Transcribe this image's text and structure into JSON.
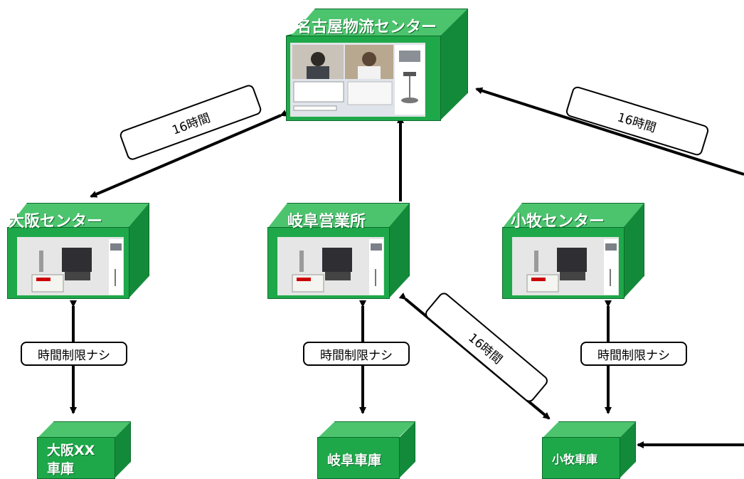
{
  "nodes": {
    "nagoya": "名古屋物流センター",
    "osaka_center": "大阪センター",
    "gifu_office": "岐阜営業所",
    "komaki_center": "小牧センター",
    "osaka_depot": "大阪XX\n車庫",
    "gifu_depot": "岐阜車庫",
    "komaki_depot": "小牧車庫"
  },
  "labels": {
    "nagoya_osaka": "16時間",
    "nagoya_right": "16時間",
    "gifu_komaki": "16時間",
    "osaka_limit": "時間制限ナシ",
    "gifu_limit": "時間制限ナシ",
    "komaki_limit": "時間制限ナシ"
  },
  "colors": {
    "box_front": "#1ea84a",
    "box_top": "#4cc46e",
    "box_side": "#138a3a",
    "arrow": "#000000"
  },
  "icons": {
    "videoconf_screen": "video-conference-screenshot",
    "equipment": "camera-laptop-speaker-equipment"
  }
}
